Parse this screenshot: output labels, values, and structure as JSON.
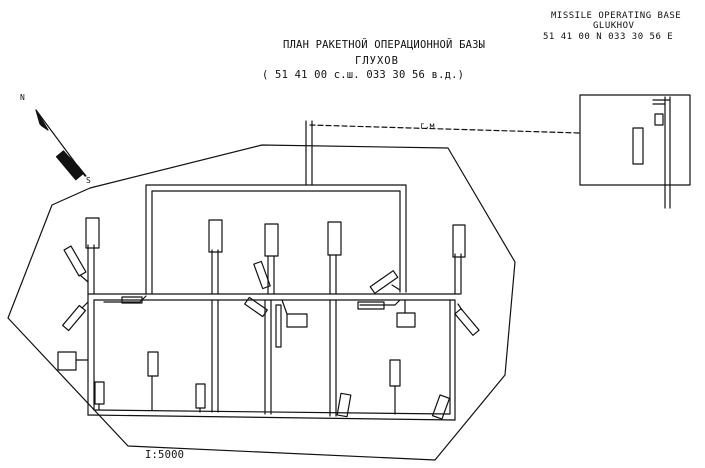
{
  "english_header": {
    "title": "MISSILE OPERATING BASE",
    "name": "GLUKHOV",
    "coordinates": "51 41 00 N    033 30 56 E"
  },
  "russian_header": {
    "title": "ПЛАН РАКЕТНОЙ ОПЕРАЦИОННОЙ БАЗЫ",
    "name": "ГЛУХОВ",
    "coordinates": "( 51 41 00 с.ш. 033 30 56 в.д.)"
  },
  "north_arrow": {
    "north_label": "N",
    "south_label": "S"
  },
  "road_label": "г.м",
  "scale_label": "I:5000",
  "colors": {
    "ink": "#111111",
    "background": "#ffffff"
  }
}
